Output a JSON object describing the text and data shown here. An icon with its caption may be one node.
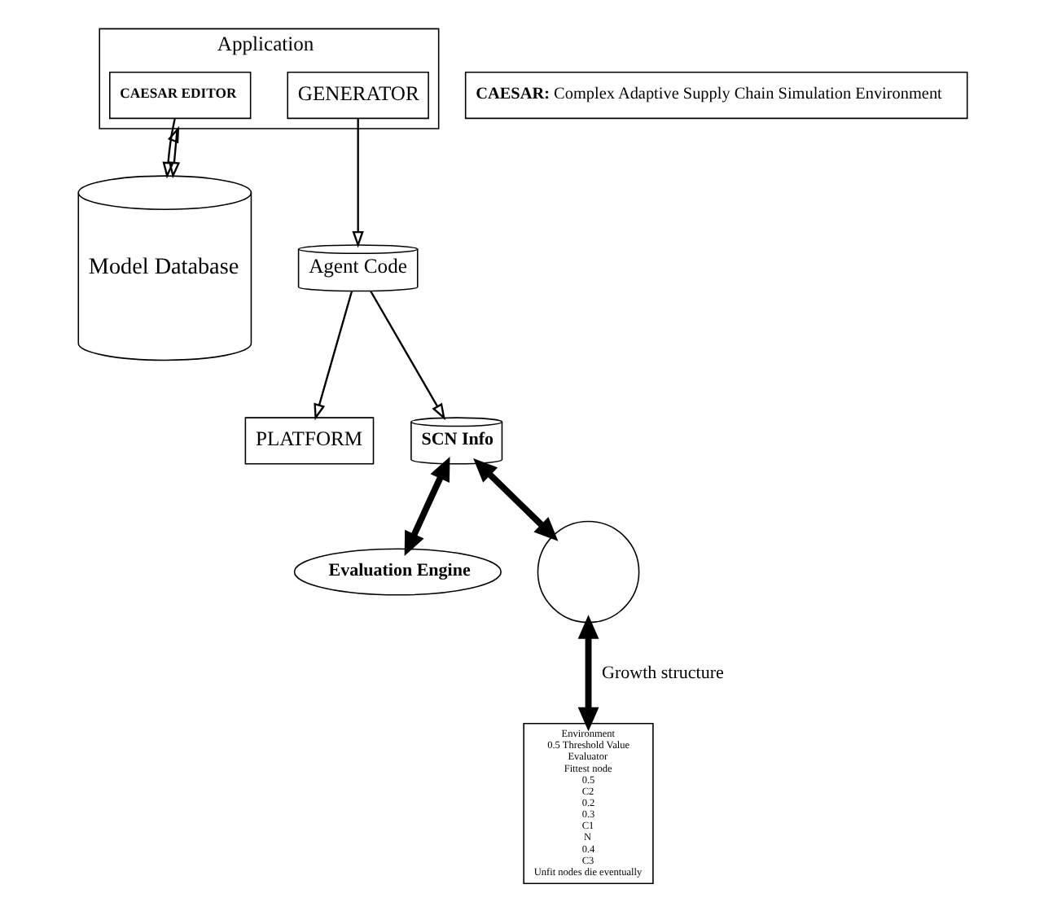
{
  "diagram": {
    "nodes": [
      {
        "text": [
          "Application"
        ]
      },
      {
        "text": [
          "CAESAR EDITOR"
        ],
        "in": 0
      },
      {
        "text": [
          "GENERATOR"
        ],
        "in": 0
      },
      {
        "text": [
          "Model Database"
        ]
      },
      {
        "text": [
          "Agent Code"
        ]
      },
      {
        "text": [
          "PLATFORM"
        ]
      },
      {
        "text": [
          "SCN Info"
        ]
      },
      {
        "text": [
          "Evaluation Engine"
        ]
      },
      {
        "text": [],
        "shape": "circle"
      },
      {
        "text": [
          "Environment",
          "0.5 Threshold Value",
          "Evaluator",
          "Fittest node",
          "0.5",
          "C2",
          "0.2",
          "0.3",
          "C1",
          "N",
          "0.4",
          "C3",
          "Unfit nodes die eventually"
        ]
      },
      {
        "text": [
          "**CAESAR:** Complex Adaptive Supply Chain Simulation Environment"
        ]
      }
    ],
    "edges": [
      {
        "from": 1,
        "to": 3,
        "arrow": "to"
      },
      {
        "from": 3,
        "to": 0,
        "arrow": "both"
      },
      {
        "from": 2,
        "to": 4,
        "arrow": "to"
      },
      {
        "from": 4,
        "to": 5,
        "arrow": "to"
      },
      {
        "from": 4,
        "to": 6,
        "arrow": "to"
      },
      {
        "from": 6,
        "to": 7,
        "arrow": "both",
        "style": "thick"
      },
      {
        "from": 6,
        "to": 8,
        "arrow": "both",
        "style": "thick"
      },
      {
        "from": 8,
        "to": 9,
        "arrow": "both",
        "style": "thick",
        "label": "Growth structure"
      }
    ]
  }
}
